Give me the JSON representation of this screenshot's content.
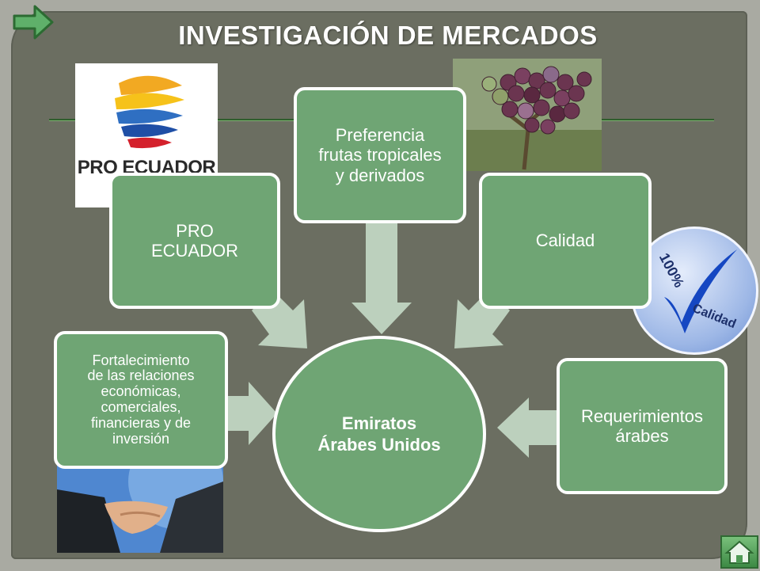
{
  "title": "INVESTIGACIÓN DE MERCADOS",
  "center": {
    "line1": "Emiratos",
    "line2": "Árabes Unidos"
  },
  "nodes": {
    "pro_ecuador": {
      "line1": "PRO",
      "line2": "ECUADOR"
    },
    "preferencia": {
      "line1": "Preferencia",
      "line2": "frutas tropicales",
      "line3": "y derivados"
    },
    "calidad": "Calidad",
    "fortalecimiento": {
      "line1": "Fortalecimiento",
      "line2": "de las relaciones",
      "line3": "económicas,",
      "line4": "comerciales,",
      "line5": "financieras y de",
      "line6": "inversión"
    },
    "requerimientos": {
      "line1": "Requerimientos",
      "line2": "árabes"
    }
  },
  "images": {
    "logo": "PRO ECUADOR",
    "seal": {
      "pct": "100%",
      "word": "Calidad"
    }
  },
  "colors": {
    "background": "#6b6e61",
    "box_fill": "#6fa574",
    "arrow_fill": "#bcd0bd",
    "rule": "#2f5e2c"
  },
  "icons": {
    "nav": "forward-arrow-icon",
    "home": "home-icon"
  }
}
